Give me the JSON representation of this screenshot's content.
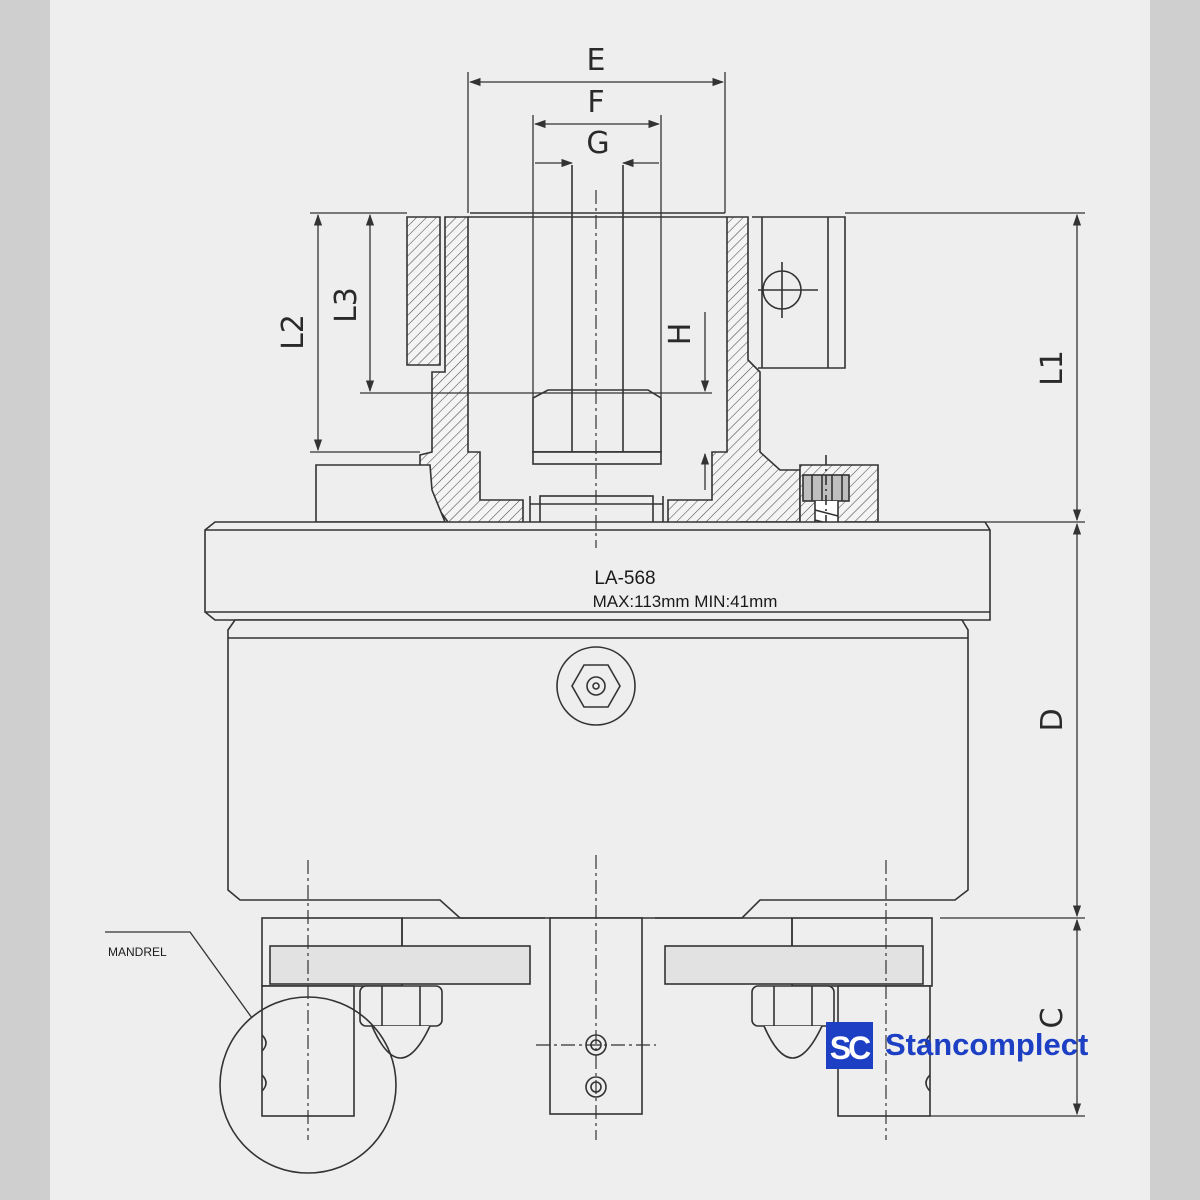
{
  "drawing": {
    "part_number": "LA-568",
    "range_text": "MAX:113mm MIN:41mm",
    "callout": "MANDREL"
  },
  "dimensions": {
    "E": "E",
    "F": "F",
    "G": "G",
    "H": "H",
    "L1": "L1",
    "L2": "L2",
    "L3": "L3",
    "D": "D",
    "C": "C"
  },
  "brand": {
    "logo_letters": "SC",
    "name": "Stancomplect",
    "color": "#1d3fc4"
  },
  "colors": {
    "sheet": "#eeeeee",
    "margin": "#cfcfcf",
    "line": "#333333"
  }
}
